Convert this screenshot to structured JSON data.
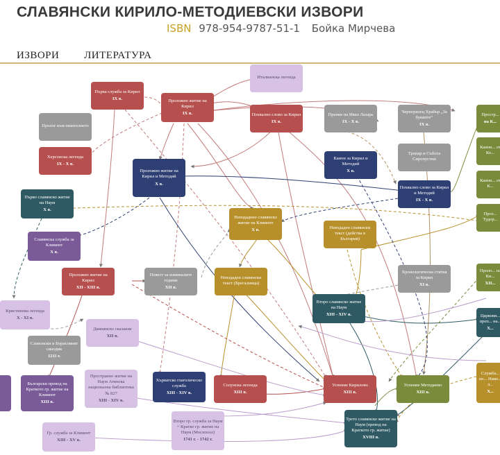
{
  "header": {
    "title": "СЛАВЯНСКИ КИРИЛО-МЕТОДИЕВСКИ ИЗВОРИ",
    "isbn_label": "ISBN",
    "isbn": "978-954-9787-51-1",
    "author": "Бойка Мирчева"
  },
  "nav": {
    "items": [
      "ИЗВОРИ",
      "ЛИТЕРАТУРА"
    ]
  },
  "colors": {
    "red": "#b5504e",
    "navy": "#2e3f73",
    "teal": "#2f5a63",
    "gold": "#b8902b",
    "gray": "#9a9a9a",
    "olive": "#7a8c3c",
    "violet": "#7a5b98",
    "lavender": "#d7c2e6",
    "rule": "#d2b878"
  },
  "nodes": {
    "n1": {
      "title": "Първа служба за Кирил",
      "date": "IX в."
    },
    "n2": {
      "title": "Проложно житие на Кирил",
      "date": "IX в."
    },
    "n3": {
      "title": "Италианска легенда",
      "date": ""
    },
    "n4": {
      "title": "Похвално слово за Кирил",
      "date": "IX в."
    },
    "n5": {
      "title": "Прение на Иван Лазарь",
      "date": "IX - X в."
    },
    "n6": {
      "title": "Черноризец Храбър „За буквите“",
      "date": "IX в."
    },
    "n7": {
      "title": "Простр...",
      "date": "на К..."
    },
    "n8": {
      "title": "Пролог към евангелието",
      "date": ""
    },
    "n9": {
      "title": "Херсонска легенда",
      "date": "IX - X в."
    },
    "n10": {
      "title": "Проложно житие на Кирил и Методий",
      "date": "X в."
    },
    "n11": {
      "title": "Канон за Кирил и Методий",
      "date": "X в."
    },
    "n12": {
      "title": "Тропар и Събота Сиропустни",
      "date": ""
    },
    "n13": {
      "title": "Канон... от Ко...",
      "date": ""
    },
    "n14": {
      "title": "Канон... от К...",
      "date": ""
    },
    "n15": {
      "title": "Първо славянско житие на Наум",
      "date": "X в."
    },
    "n16": {
      "title": "Похвално слово за Кирил и Методий",
      "date": "IX - X в."
    },
    "n17": {
      "title": "Проз... Тудор...",
      "date": ""
    },
    "n18": {
      "title": "Неиздадено славянско житие на Климент",
      "date": "X в."
    },
    "n19": {
      "title": "Неиздаден славянски текст (действа в България)",
      "date": ""
    },
    "n20": {
      "title": "Славянска служба за Климент",
      "date": "X в."
    },
    "n21": {
      "title": "Проложно житие на Кирил",
      "date": "XII - XIII в."
    },
    "n22": {
      "title": "Повест за изминалите години",
      "date": "XII в."
    },
    "n23": {
      "title": "Неиздаден славянски текст (Брегалница)",
      "date": ""
    },
    "n24": {
      "title": "Хронологическа статия за Кирил",
      "date": "XI в."
    },
    "n25": {
      "title": "Проло... на Ки...",
      "date": "XII..."
    },
    "n26": {
      "title": "Кристинова легенда",
      "date": "X - XI в."
    },
    "n27": {
      "title": "Второ славянско житие на Наум",
      "date": "XIII - XIV в."
    },
    "n28": {
      "title": "Двинянско сказание",
      "date": "XII в."
    },
    "n29": {
      "title": "Царкови... преп... на...",
      "date": "X..."
    },
    "n30": {
      "title": "Славонски и Борисовият синодик",
      "date": "1211 г."
    },
    "n31": {
      "title": "Пространно житие на Наум Атинска национална библиотека № 827",
      "date": "XIII - XIV в."
    },
    "n32": {
      "title": "Хърватско глаголическо служба",
      "date": "XIII - XIV в."
    },
    "n33": {
      "title": "Солунска легенда",
      "date": "XIII в."
    },
    "n34": {
      "title": "Успение Кирилово",
      "date": "XIII в."
    },
    "n35": {
      "title": "Успение Методиево",
      "date": "XIII в."
    },
    "n36": {
      "title": "Служба... по... Нико... л...",
      "date": "X..."
    },
    "n37": {
      "title": "Български превод на Краткото гр. житие на Климент",
      "date": "XIII в."
    },
    "n38": {
      "title": "Второ гр. служба за Наум + Кратко гр. житие на Наум (Мосхопол)",
      "date": "1741 г. - 1742 г."
    },
    "n39": {
      "title": "Трето славянско житие на Наум (превод на Краткото гр. житие)",
      "date": "XVIII в."
    },
    "n40": {
      "title": "Гр. служба за Климент",
      "date": "XIII - XV в."
    },
    "n41": {
      "title": "",
      "date": ""
    }
  }
}
